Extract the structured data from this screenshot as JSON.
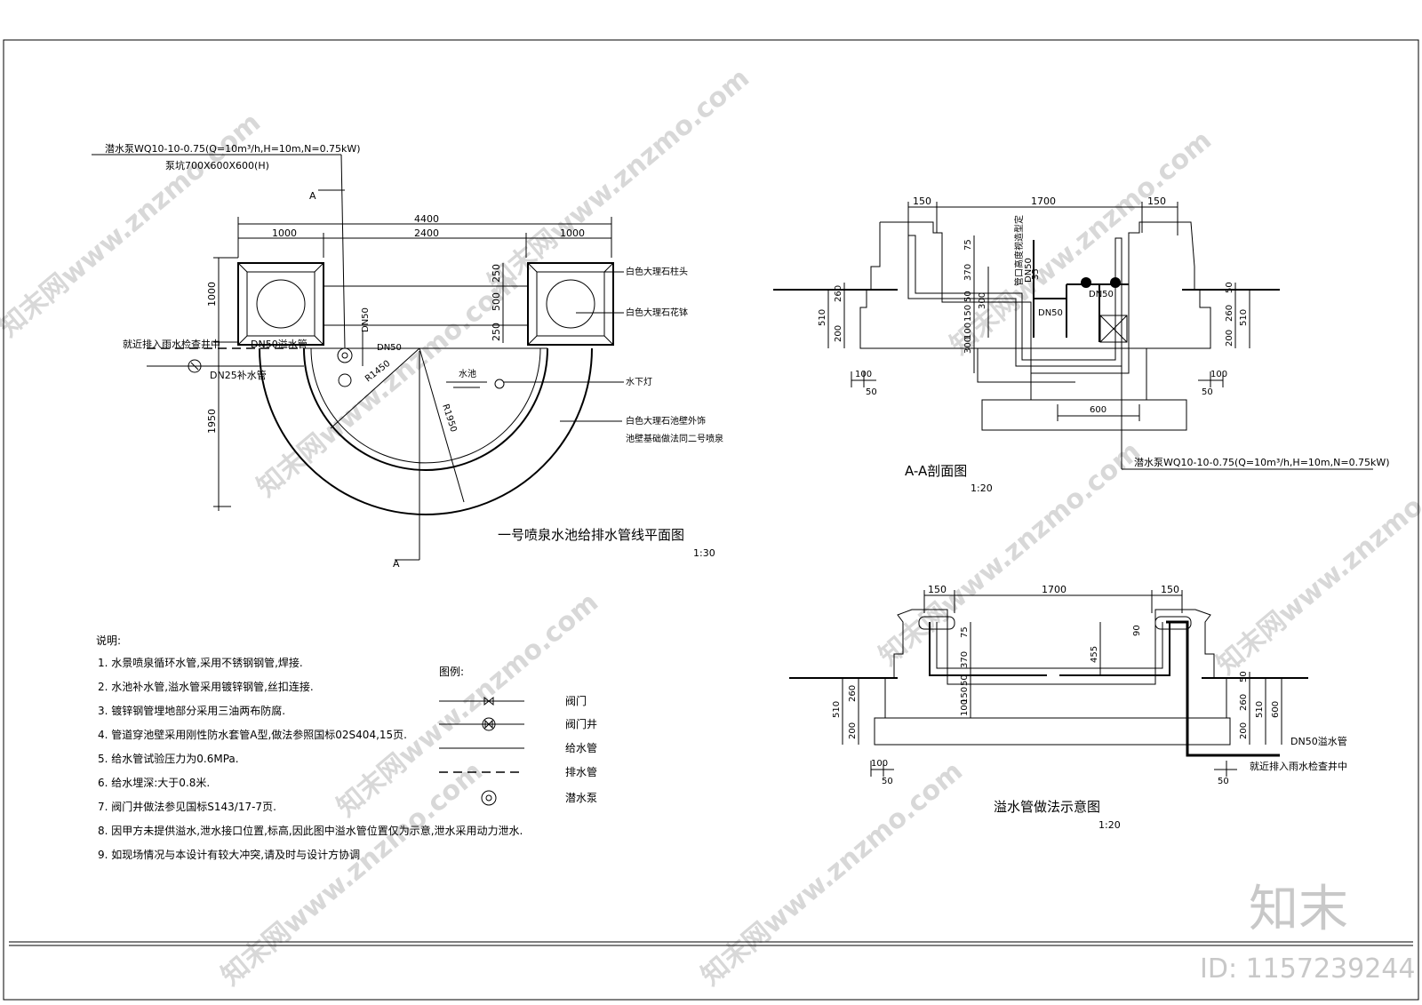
{
  "plan": {
    "title": "一号喷泉水池给排水管线平面图",
    "scale": "1:30",
    "pump_label": "潜水泵WQ10-10-0.75(Q=10m³/h,H=10m,N=0.75kW)",
    "pit_label": "泵坑700X600X600(H)",
    "section_mark_top": "A",
    "section_mark_bottom": "A",
    "dim_total": "4400",
    "dim_left": "1000",
    "dim_mid": "2400",
    "dim_right": "1000",
    "dim_v1": "1000",
    "dim_v2": "1950",
    "dim_r1": "250",
    "dim_r2": "500",
    "dim_r3": "250",
    "drain_label": "就近排入雨水检查井中",
    "overflow_label": "DN50溢水管",
    "make_up_label": "DN25补水管",
    "dn50_a": "DN50",
    "dn50_b": "DN50",
    "r1450": "R1450",
    "r1950": "R1950",
    "pool_label": "水池",
    "note_pillar_head": "白色大理石柱头",
    "note_flower_bowl": "白色大理石花钵",
    "note_light": "水下灯",
    "note_wall_1": "白色大理石池壁外饰",
    "note_wall_2": "池壁基础做法同二号喷泉"
  },
  "section_aa": {
    "title": "A-A剖面图",
    "scale": "1:20",
    "dim_150l": "150",
    "dim_1700": "1700",
    "dim_150r": "150",
    "dim_75": "75",
    "dim_370": "370",
    "dim_50l": "50",
    "dim_150": "150",
    "dim_100": "100",
    "dim_300a": "300",
    "dim_300b": "300",
    "dim_260l": "260",
    "dim_510l": "510",
    "dim_200l": "200",
    "dim_50r": "50",
    "dim_260r": "260",
    "dim_510r": "510",
    "dim_200r": "200",
    "dim_35": "35",
    "dim_600": "600",
    "dim_100b_l": "100",
    "dim_50b_l": "50",
    "dim_100b_r": "100",
    "dim_50b_r": "50",
    "note_nozzle": "管口高度视造型定",
    "dn50_v": "DN50",
    "dn50_h1": "DN50",
    "dn50_h2": "DN50",
    "pump_label": "潜水泵WQ10-10-0.75(Q=10m³/h,H=10m,N=0.75kW)"
  },
  "section_overflow": {
    "title": "溢水管做法示意图",
    "scale": "1:20",
    "dim_150l": "150",
    "dim_1700": "1700",
    "dim_150r": "150",
    "dim_75": "75",
    "dim_370": "370",
    "dim_50": "50",
    "dim_150": "150",
    "dim_100": "100",
    "dim_455": "455",
    "dim_90": "90",
    "dim_510l": "510",
    "dim_260l": "260",
    "dim_200l": "200",
    "dim_50r": "50",
    "dim_260r": "260",
    "dim_510r": "510",
    "dim_200r": "200",
    "dim_600": "600",
    "dim_100b_l": "100",
    "dim_50b_l": "50",
    "dim_50b_r": "50",
    "overflow_label": "DN50溢水管",
    "drain_label": "就近排入雨水检查井中"
  },
  "notes": {
    "heading": "说明:",
    "items": [
      "1. 水景喷泉循环水管,采用不锈钢钢管,焊接.",
      "2. 水池补水管,溢水管采用镀锌钢管,丝扣连接.",
      "3. 镀锌钢管埋地部分采用三油两布防腐.",
      "4. 管道穿池壁采用刚性防水套管A型,做法参照国标02S404,15页.",
      "5. 给水管试验压力为0.6MPa.",
      "6. 给水埋深:大于0.8米.",
      "7. 阀门井做法参见国标S143/17-7页.",
      "8. 因甲方未提供溢水,泄水接口位置,标高,因此图中溢水管位置仅为示意,泄水采用动力泄水.",
      "9. 如现场情况与本设计有较大冲突,请及时与设计方协调"
    ]
  },
  "legend": {
    "heading": "图例:",
    "items": [
      "阀门",
      "阀门井",
      "给水管",
      "排水管",
      "潜水泵"
    ]
  },
  "watermark": {
    "text": "知末网www.znzmo.com",
    "logo": "知末",
    "id": "ID: 1157239244"
  }
}
